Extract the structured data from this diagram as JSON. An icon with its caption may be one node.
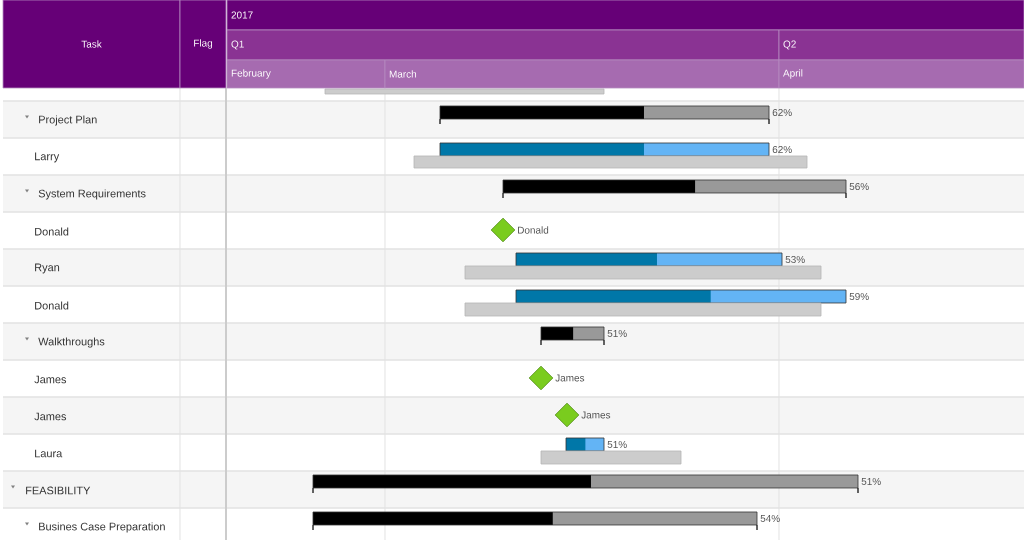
{
  "diagram": {
    "nodes": [
      {
        "text": [
          "Task"
        ]
      },
      {
        "text": [
          "Flag"
        ]
      },
      {
        "text": [
          "2017"
        ]
      },
      {
        "text": [
          "Q1"
        ]
      },
      {
        "text": [
          "Q2"
        ]
      },
      {
        "text": [
          "February"
        ]
      },
      {
        "text": [
          "March"
        ]
      },
      {
        "text": [
          "April"
        ]
      },
      {
        "text": [],
        "shape": "bar"
      },
      {
        "text": [
          "Project Plan"
        ]
      },
      {
        "text": [
          "Larry"
        ]
      },
      {
        "text": [
          "System Requirements"
        ]
      },
      {
        "text": [
          "Donald"
        ]
      },
      {
        "text": [
          "Ryan"
        ]
      },
      {
        "text": [
          "Donald"
        ]
      },
      {
        "text": [
          "Walkthroughs"
        ]
      },
      {
        "text": [
          "James"
        ]
      },
      {
        "text": [
          "James"
        ]
      },
      {
        "text": [
          "Laura"
        ]
      },
      {
        "text": [
          "FEASIBILITY"
        ]
      },
      {
        "text": [
          "Busines Case Preparation"
        ]
      },
      {
        "text": [],
        "shape": "bar",
        "beside": [
          "62%"
        ]
      },
      {
        "text": [],
        "shape": "bar",
        "beside": [
          "62%"
        ]
      },
      {
        "text": [],
        "shape": "bar",
        "beside": [
          "56%"
        ]
      },
      {
        "text": [],
        "shape": "diamond",
        "beside": [
          "Donald"
        ]
      },
      {
        "text": [],
        "shape": "bar",
        "beside": [
          "53%"
        ]
      },
      {
        "text": [],
        "shape": "bar",
        "beside": [
          "59%"
        ]
      },
      {
        "text": [],
        "shape": "bar",
        "beside": [
          "51%"
        ]
      },
      {
        "text": [],
        "shape": "diamond",
        "beside": [
          "James"
        ]
      },
      {
        "text": [],
        "shape": "diamond",
        "beside": [
          "James"
        ]
      },
      {
        "text": [],
        "shape": "bar",
        "beside": [
          "51%"
        ]
      },
      {
        "text": [],
        "shape": "bar",
        "beside": [
          "51%"
        ]
      },
      {
        "text": [],
        "shape": "bar",
        "beside": [
          "54%"
        ]
      },
      {
        "text": [],
        "shape": "bar"
      },
      {
        "text": [],
        "shape": "bar"
      },
      {
        "text": [],
        "shape": "bar"
      },
      {
        "text": [],
        "shape": "bar"
      }
    ]
  }
}
